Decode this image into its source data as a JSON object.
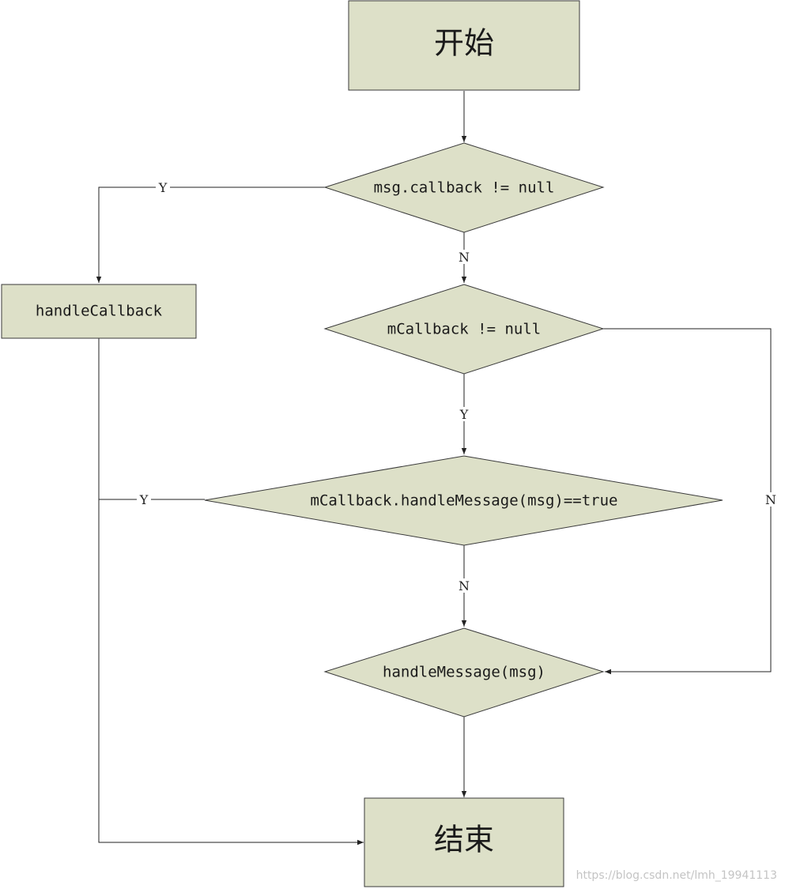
{
  "nodes": {
    "start": "开始",
    "check_msg_callback": "msg.callback != null",
    "handle_callback": "handleCallback",
    "check_mcallback": "mCallback != null",
    "check_handle_message": "mCallback.handleMessage(msg)==true",
    "handle_message": "handleMessage(msg)",
    "end": "结束"
  },
  "edge_labels": {
    "msg_callback_yes": "Y",
    "msg_callback_no": "N",
    "mcallback_yes": "Y",
    "mcallback_no": "N",
    "handle_message_yes": "Y",
    "handle_message_no": "N"
  },
  "watermark": "https://blog.csdn.net/lmh_19941113",
  "colors": {
    "node_fill": "#dde0c8",
    "node_stroke": "#3a3a3a",
    "edge": "#222222"
  }
}
